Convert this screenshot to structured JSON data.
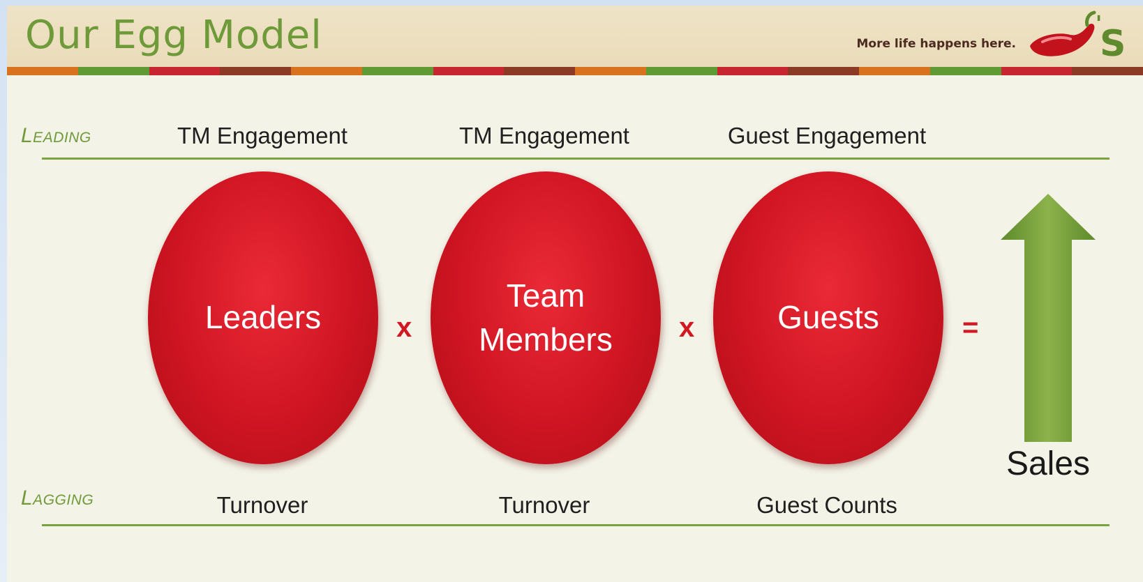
{
  "slide": {
    "title": "Our Egg Model",
    "tagline": "More life happens here.",
    "logo_text": "'S"
  },
  "rows": {
    "leading": "Leading",
    "lagging": "Lagging"
  },
  "columns": [
    {
      "egg": [
        "Leaders"
      ],
      "leading": "TM Engagement",
      "lagging": "Turnover"
    },
    {
      "egg": [
        "Team",
        "Members"
      ],
      "leading": "TM Engagement",
      "lagging": "Turnover"
    },
    {
      "egg": [
        "Guests"
      ],
      "leading": "Guest Engagement",
      "lagging": "Guest Counts"
    }
  ],
  "operators": [
    "x",
    "x",
    "="
  ],
  "result": {
    "label": "Sales",
    "icon": "up-arrow-icon"
  },
  "colors": {
    "egg_red": "#cf1422",
    "accent_green": "#6f9a3a",
    "stripe": [
      "#d9721f",
      "#5f9a34",
      "#c72630",
      "#8b3a26"
    ]
  }
}
